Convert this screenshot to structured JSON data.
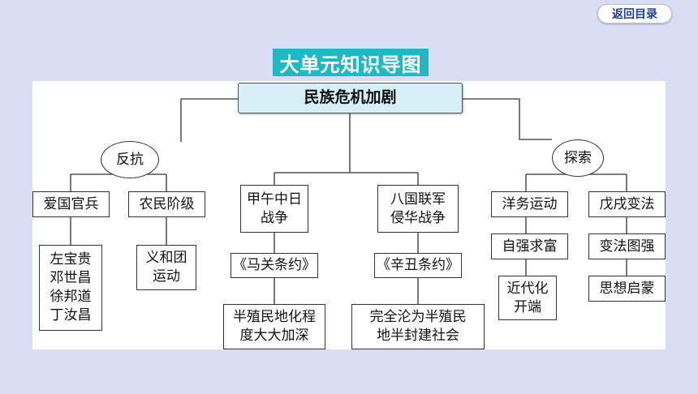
{
  "nav": {
    "back_label": "返回目录"
  },
  "title": "大单元知识导图",
  "diagram": {
    "root": "民族危机加剧",
    "branches": {
      "resist": {
        "label": "反抗",
        "items": [
          "爱国官兵",
          "农民阶级"
        ],
        "officers": "左宝贵\n邓世昌\n徐邦道\n丁汝昌",
        "boxer": "义和团\n运动"
      },
      "wars": {
        "sino_japanese": "甲午中日\n战争",
        "treaty1": "《马关条约》",
        "result1": "半殖民地化程\n度大大加深",
        "eight_nation": "八国联军\n侵华战争",
        "treaty2": "《辛丑条约》",
        "result2": "完全沦为半殖民\n地半封建社会"
      },
      "explore": {
        "label": "探索",
        "westernization": "洋务运动",
        "ws_goal": "自强求富",
        "ws_result": "近代化\n开端",
        "reform": "戊戌变法",
        "reform_goal": "变法图强",
        "reform_result": "思想启蒙"
      }
    }
  }
}
